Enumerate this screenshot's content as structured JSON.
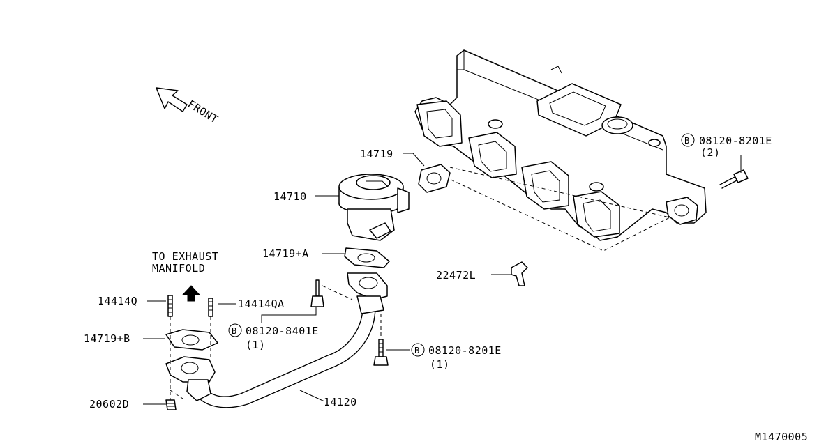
{
  "labels": {
    "front": "FRONT",
    "to_exhaust_line1": "TO EXHAUST",
    "to_exhaust_line2": "MANIFOLD",
    "p14719": "14719",
    "p14710": "14710",
    "p14719A": "14719+A",
    "p22472L": "22472L",
    "bolt_top_code": "08120-8201E",
    "bolt_top_qty": "(2)",
    "p14414Q": "14414Q",
    "p14414QA": "14414QA",
    "bolt_mid_code": "08120-8401E",
    "bolt_mid_qty": "(1)",
    "p14719B": "14719+B",
    "bolt_low_code": "08120-8201E",
    "bolt_low_qty": "(1)",
    "p20602D": "20602D",
    "p14120": "14120",
    "bolt_symbol": "B",
    "figure_code": "M1470005"
  },
  "icons": {
    "front_arrow": "outline-arrow-icon",
    "exhaust_arrow": "solid-up-arrow-icon",
    "bolt_badge": "circled-b-icon"
  },
  "colors": {
    "ink": "#000000",
    "paper": "#ffffff"
  }
}
